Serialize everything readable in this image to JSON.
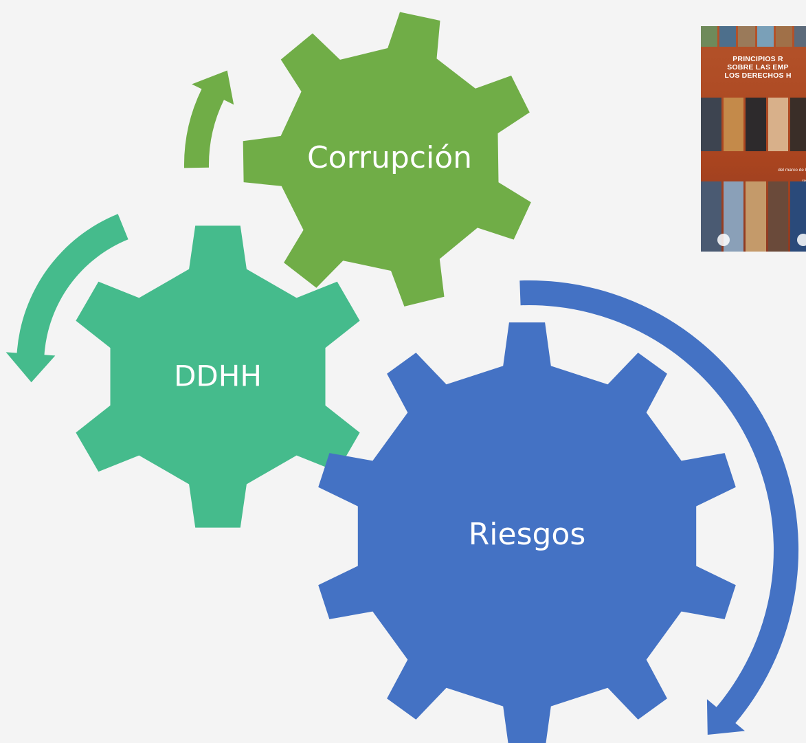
{
  "gears": [
    {
      "id": "corrupcion",
      "label": "Corrupción",
      "color": "#70ad47"
    },
    {
      "id": "ddhh",
      "label": "DDHH",
      "color": "#45bb8c"
    },
    {
      "id": "riesgos",
      "label": "Riesgos",
      "color": "#4472c4"
    }
  ],
  "arrows": [
    {
      "id": "arrow-green",
      "color": "#70ad47"
    },
    {
      "id": "arrow-teal",
      "color": "#45bb8c"
    },
    {
      "id": "arrow-blue",
      "color": "#4472c4"
    }
  ],
  "cover": {
    "title": "PRINCIPIOS R\nSOBRE LAS EMP\nLOS DERECHOS H",
    "subtitle": "P\ndel marco de las\n\nresp"
  }
}
